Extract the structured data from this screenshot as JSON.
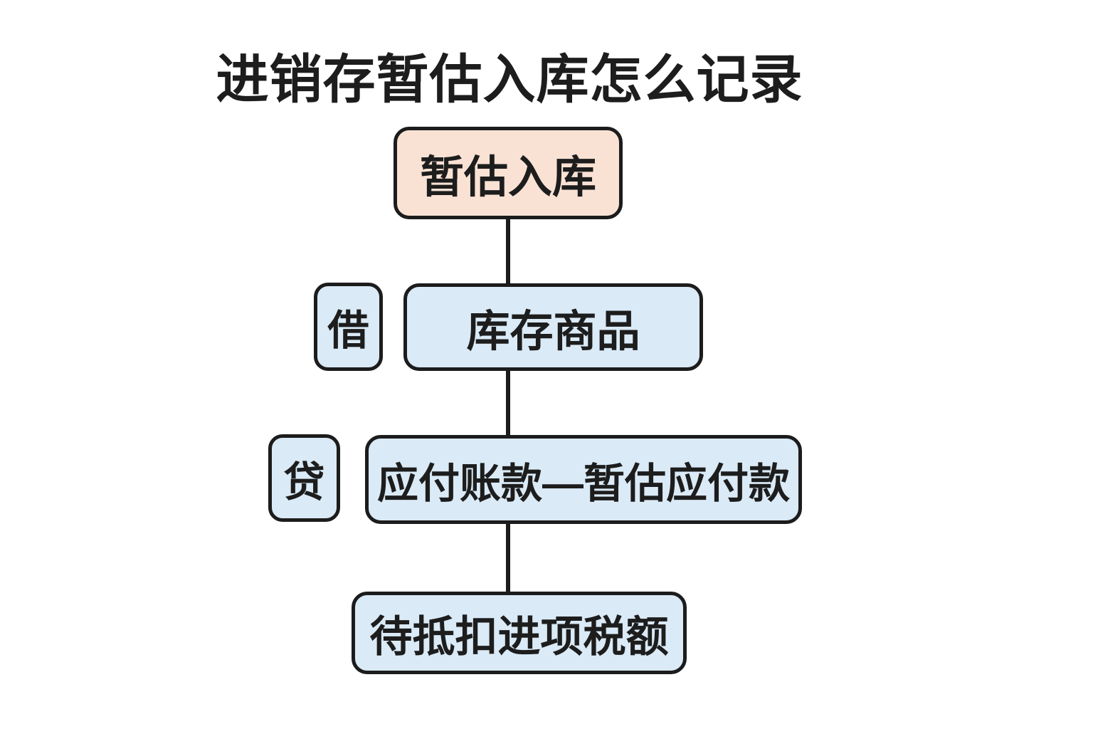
{
  "title": "进销存暂估入库怎么记录",
  "colors": {
    "background": "#ffffff",
    "node_peach": "#f9e2d4",
    "node_blue": "#daeaf6",
    "outline": "#1c1c1c",
    "text": "#1d1d1d"
  },
  "flowchart": {
    "root_label": "暂估入库",
    "debit_tag": "借",
    "debit_account": "库存商品",
    "credit_tag": "贷",
    "credit_account": "应付账款—暂估应付款",
    "tax_label": "待抵扣进项税额"
  }
}
